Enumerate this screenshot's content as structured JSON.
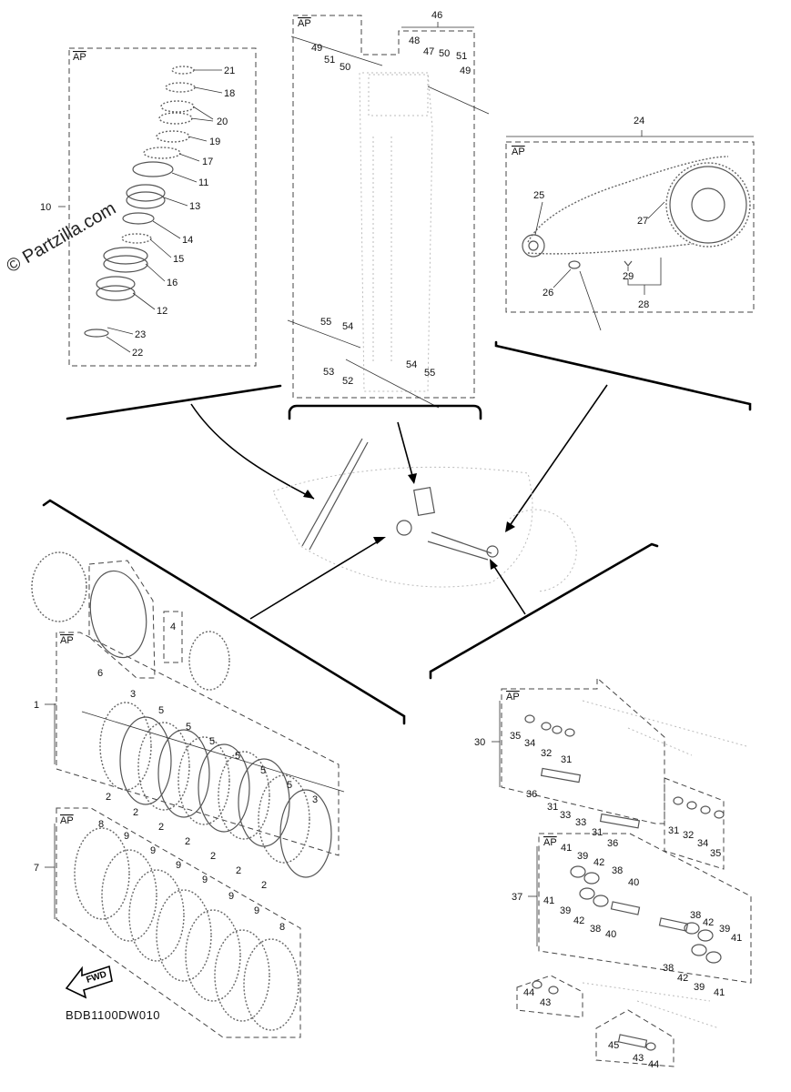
{
  "watermark": "© Partzilla.com",
  "diagram_code": "BDB1100DW010",
  "fwd_badge": "FWD",
  "ap_label": "AP",
  "labels": {
    "l1": "1",
    "l2": "2",
    "l3": "3",
    "l4": "4",
    "l5": "5",
    "l6": "6",
    "l7": "7",
    "l8": "8",
    "l9": "9",
    "l10": "10",
    "l11": "11",
    "l12": "12",
    "l13": "13",
    "l14": "14",
    "l15": "15",
    "l16": "16",
    "l17": "17",
    "l18": "18",
    "l19": "19",
    "l20": "20",
    "l21": "21",
    "l22": "22",
    "l23": "23",
    "l24": "24",
    "l25": "25",
    "l26": "26",
    "l27": "27",
    "l28": "28",
    "l29": "29",
    "l30": "30",
    "l31": "31",
    "l32": "32",
    "l33": "33",
    "l34": "34",
    "l35": "35",
    "l36": "36",
    "l37": "37",
    "l38": "38",
    "l39": "39",
    "l40": "40",
    "l41": "41",
    "l42": "42",
    "l43": "43",
    "l44": "44",
    "l45": "45",
    "l46": "46",
    "l47": "47",
    "l48": "48",
    "l49": "49",
    "l50": "50",
    "l51": "51",
    "l52": "52",
    "l53": "53",
    "l54": "54",
    "l55": "55"
  }
}
